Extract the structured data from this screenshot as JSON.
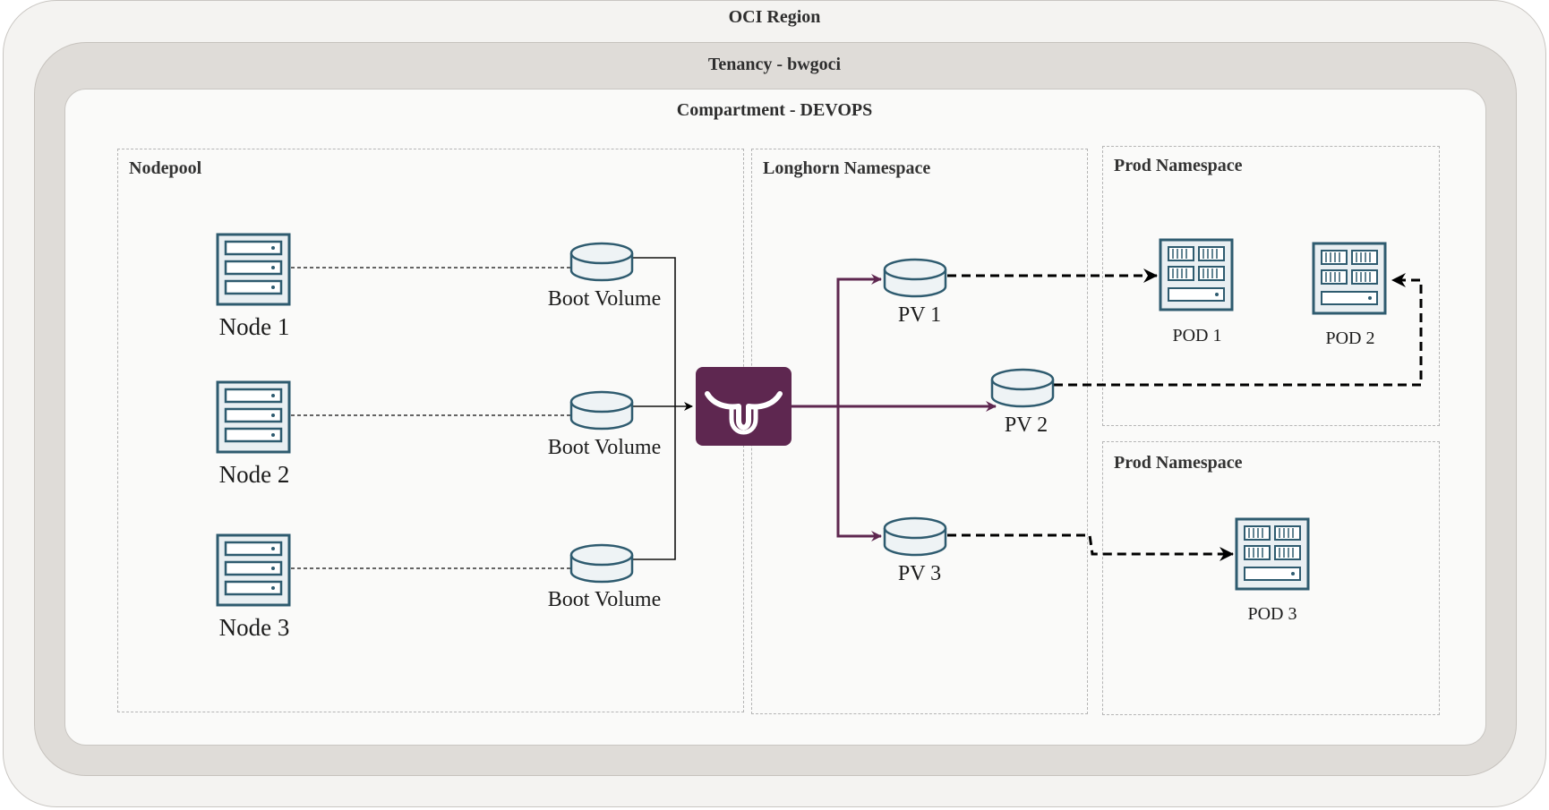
{
  "region": {
    "title": "OCI Region"
  },
  "tenancy": {
    "title": "Tenancy - bwgoci"
  },
  "compartment": {
    "title": "Compartment - DEVOPS"
  },
  "nodepool": {
    "title": "Nodepool",
    "nodes": [
      {
        "label": "Node 1",
        "volume": "Boot Volume"
      },
      {
        "label": "Node 2",
        "volume": "Boot Volume"
      },
      {
        "label": "Node 3",
        "volume": "Boot Volume"
      }
    ]
  },
  "longhorn": {
    "title": "Longhorn Namespace",
    "pvs": [
      "PV 1",
      "PV 2",
      "PV 3"
    ]
  },
  "prod_top": {
    "title": "Prod Namespace",
    "pods": [
      "POD 1",
      "POD 2"
    ]
  },
  "prod_bottom": {
    "title": "Prod Namespace",
    "pods": [
      "POD 3"
    ]
  },
  "colors": {
    "icon_stroke": "#2e5b6f",
    "icon_fill": "#e9eff2",
    "longhorn": "#5e2750",
    "connector": "#000000"
  },
  "icons": {
    "node": "server-icon",
    "volume": "disk-icon",
    "hub": "longhorn-logo-icon",
    "pod": "pod-icon"
  }
}
